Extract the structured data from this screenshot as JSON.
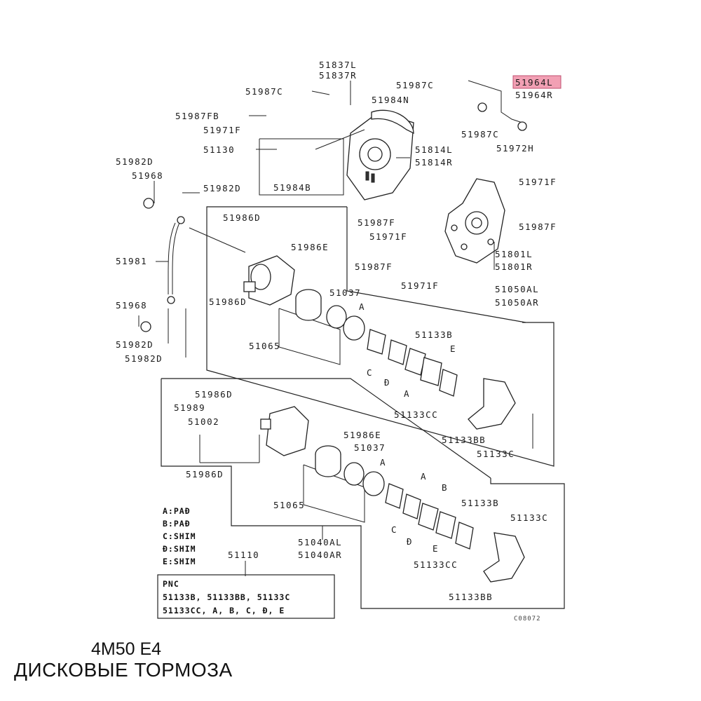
{
  "highlight_color": "#f2a0b4",
  "part_numbers": {
    "p51837L": "51837L",
    "p51837R": "51837R",
    "p51987C_a": "51987C",
    "p51984N": "51984N",
    "p51987C_b": "51987C",
    "p51987FB": "51987FB",
    "p51971F_a": "51971F",
    "p51130": "51130",
    "p51984B": "51984B",
    "p51814L": "51814L",
    "p51814R": "51814R",
    "p51964L": "51964L",
    "p51964R": "51964R",
    "p51987C_c": "51987C",
    "p51972H": "51972H",
    "p51982D_a": "51982D",
    "p51968_a": "51968",
    "p51982D_b": "51982D",
    "p51981": "51981",
    "p51968_b": "51968",
    "p51982D_c": "51982D",
    "p51982D_d": "51982D",
    "p51986D_a": "51986D",
    "p51986E_a": "51986E",
    "p51037_a": "51037",
    "p51986D_b": "51986D",
    "p51065_a": "51065",
    "p51971F_b": "51971F",
    "p51987F_a": "51987F",
    "p51971F_c": "51971F",
    "p51987F_b": "51987F",
    "p51971F_d": "51971F",
    "p51987F_c": "51987F",
    "p51801L": "51801L",
    "p51801R": "51801R",
    "p51050AL": "51050AL",
    "p51050AR": "51050AR",
    "p51133B_a": "51133B",
    "p51133CC_a": "51133CC",
    "p51133BB_a": "51133BB",
    "p51133C_a": "51133C",
    "p51986D_c": "51986D",
    "p51989": "51989",
    "p51002": "51002",
    "p51986E_b": "51986E",
    "p51037_b": "51037",
    "p51986D_d": "51986D",
    "p51065_b": "51065",
    "p51133B_b": "51133B",
    "p51133C_b": "51133C",
    "p51133CC_b": "51133CC",
    "p51133BB_b": "51133BB",
    "p51040AL": "51040AL",
    "p51040AR": "51040AR",
    "p51110": "51110"
  },
  "callouts": {
    "A1": "A",
    "C1": "C",
    "D1": "Đ",
    "A2": "A",
    "E1": "E",
    "A3": "A",
    "A4": "A",
    "B1": "B",
    "C2": "C",
    "D2": "Đ",
    "E2": "E"
  },
  "legend": {
    "items": [
      "A:PAĐ",
      "B:PAĐ",
      "C:SHIM",
      "Đ:SHIM",
      "E:SHIM"
    ]
  },
  "pnc_box": {
    "title": "PNC",
    "line1": "51133B, 51133BB, 51133C",
    "line2": "51133CC, A, B, C, Đ, E"
  },
  "figure_code": "C08072",
  "caption": {
    "model": "4M50 E4",
    "title": "ДИСКОВЫЕ ТОРМОЗА"
  }
}
